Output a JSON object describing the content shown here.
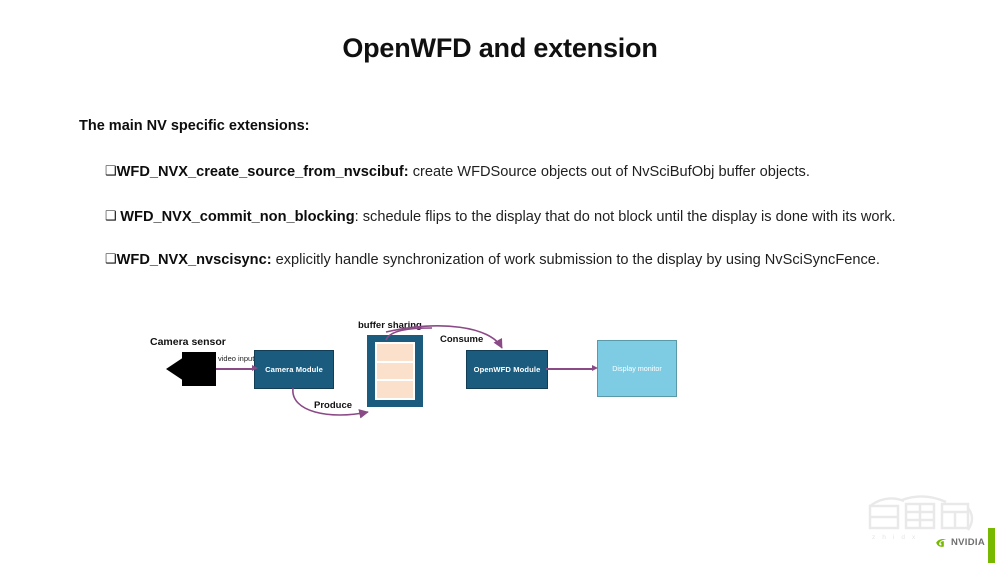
{
  "slide": {
    "title": "OpenWFD and extension",
    "intro": "The main NV specific extensions:",
    "bullet_glyph": "❑",
    "bullets": [
      {
        "glyph": "❑",
        "name": "WFD_NVX_create_source_from_nvscibuf:",
        "description": " create WFDSource objects out of NvSciBufObj buffer objects."
      },
      {
        "glyph": "❑ ",
        "name": "WFD_NVX_commit_non_blocking",
        "description": ": schedule flips to the display that do not block until the display is done with its work."
      },
      {
        "glyph": "❑",
        "name": "WFD_NVX_nvscisync:",
        "description": " explicitly handle synchronization of work submission to the display by using NvSciSyncFence."
      }
    ]
  },
  "diagram": {
    "labels": {
      "camera_sensor": "Camera sensor",
      "video_input": "video input",
      "buffer_sharing": "buffer sharing",
      "produce": "Produce",
      "consume": "Consume"
    },
    "nodes": {
      "camera_module": "Camera Module",
      "openwfd_module": "OpenWFD Module",
      "display_monitor": "Display monitor"
    },
    "colors": {
      "module_fill": "#1b5b7e",
      "module_text": "#ffffff",
      "display_fill": "#7ecbe4",
      "buffer_segment": "#fbe0cc",
      "arrow": "#8a4a86"
    }
  },
  "branding": {
    "nvidia_wordmark": "NVIDIA",
    "watermark_text": "智东西",
    "watermark_pinyin": "z h i d x",
    "accent_green": "#76b900"
  }
}
